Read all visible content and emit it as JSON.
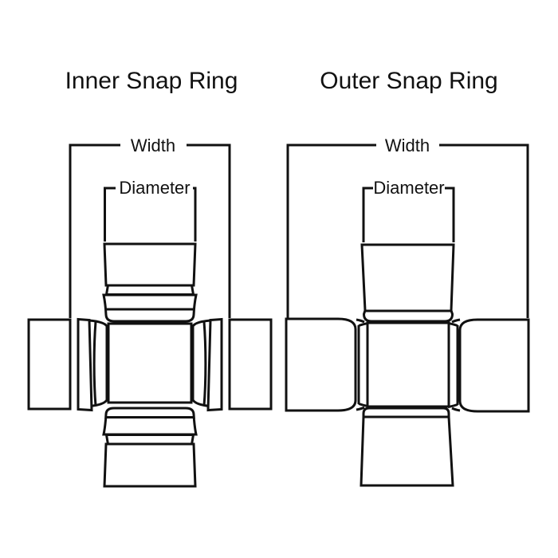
{
  "canvas": {
    "bg": "#ffffff",
    "line_color": "#111111"
  },
  "diagrams": {
    "inner": {
      "title": "Inner Snap Ring",
      "width_label": "Width",
      "diameter_label": "Diameter"
    },
    "outer": {
      "title": "Outer Snap Ring",
      "width_label": "Width",
      "diameter_label": "Diameter"
    }
  }
}
